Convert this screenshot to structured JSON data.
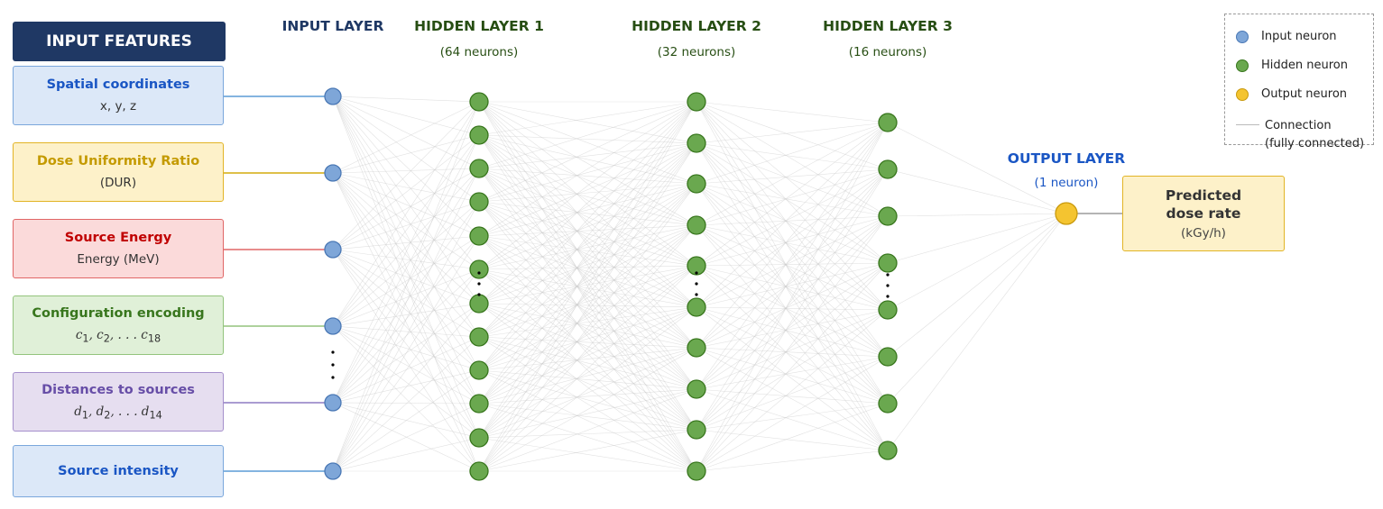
{
  "input_features": {
    "header": "INPUT FEATURES",
    "items": [
      {
        "title": "Spatial coordinates",
        "subtitle": "x, y, z",
        "title_color": "#1a56c4",
        "bg": "#dce8f8",
        "border": "#7aa7dc",
        "line_color": "#5b9bd5"
      },
      {
        "title": "Dose Uniformity Ratio",
        "subtitle": "(DUR)",
        "title_color": "#c49a00",
        "bg": "#fdf1c9",
        "border": "#e2b425",
        "line_color": "#d4ac0d"
      },
      {
        "title": "Source Energy",
        "subtitle": "Energy (MeV)",
        "title_color": "#c00000",
        "bg": "#fbdada",
        "border": "#e06666",
        "line_color": "#e06666"
      },
      {
        "title": "Configuration encoding",
        "subtitle_parts": [
          "c",
          "1",
          ", c",
          "2",
          ", . . . c",
          "18"
        ],
        "title_color": "#38761d",
        "bg": "#e0f0d8",
        "border": "#93c47d",
        "line_color": "#93c47d"
      },
      {
        "title": "Distances to sources",
        "subtitle_parts": [
          "d",
          "1",
          ", d",
          "2",
          ", . . . d",
          "14"
        ],
        "title_color": "#674ea7",
        "bg": "#e6def0",
        "border": "#a58fcc",
        "line_color": "#8e7cc3"
      },
      {
        "title": "Source intensity",
        "subtitle": "",
        "title_color": "#1a56c4",
        "bg": "#dce8f8",
        "border": "#7aa7dc",
        "line_color": "#5b9bd5"
      }
    ]
  },
  "layers": [
    {
      "title": "INPUT LAYER",
      "subtitle": "",
      "color": "#1f3864",
      "neurons": 6,
      "fill": "#7ea6d8",
      "stroke": "#4a78b5"
    },
    {
      "title": "HIDDEN LAYER 1",
      "subtitle": "(64 neurons)",
      "color": "#274e13",
      "neurons": 12,
      "fill": "#6aa84f",
      "stroke": "#38761d"
    },
    {
      "title": "HIDDEN LAYER 2",
      "subtitle": "(32 neurons)",
      "color": "#274e13",
      "neurons": 10,
      "fill": "#6aa84f",
      "stroke": "#38761d"
    },
    {
      "title": "HIDDEN LAYER 3",
      "subtitle": "(16 neurons)",
      "color": "#274e13",
      "neurons": 8,
      "fill": "#6aa84f",
      "stroke": "#38761d"
    },
    {
      "title": "OUTPUT LAYER",
      "subtitle": "(1 neuron)",
      "color": "#1a56c4",
      "neurons": 1,
      "fill": "#f4c430",
      "stroke": "#c99a0e"
    }
  ],
  "output": {
    "title_line1": "Predicted",
    "title_line2": "dose rate",
    "unit": "(kGy/h)"
  },
  "legend": {
    "input": "Input neuron",
    "hidden": "Hidden neuron",
    "output": "Output neuron",
    "connection_line1": "Connection",
    "connection_line2": "(fully connected)"
  },
  "colors": {
    "connection": "#c8c8c8",
    "ellipsis": "#000000"
  }
}
